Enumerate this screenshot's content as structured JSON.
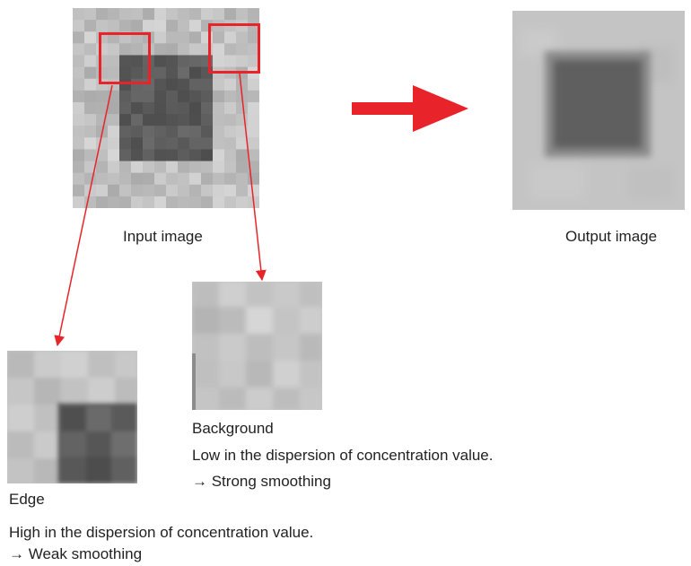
{
  "labels": {
    "input_image": "Input image",
    "output_image": "Output image",
    "background": "Background",
    "background_desc": "Low in the dispersion of concentration value.",
    "background_result": "→ Strong smoothing",
    "edge": "Edge",
    "edge_desc": "High in the dispersion of concentration value.",
    "edge_result": "→ Weak smoothing"
  },
  "colors": {
    "highlight": "#e8242a",
    "arrow": "#e8242a",
    "background_gray": "#bcbcbc",
    "dark_square_gray": "#5e5e5e"
  }
}
